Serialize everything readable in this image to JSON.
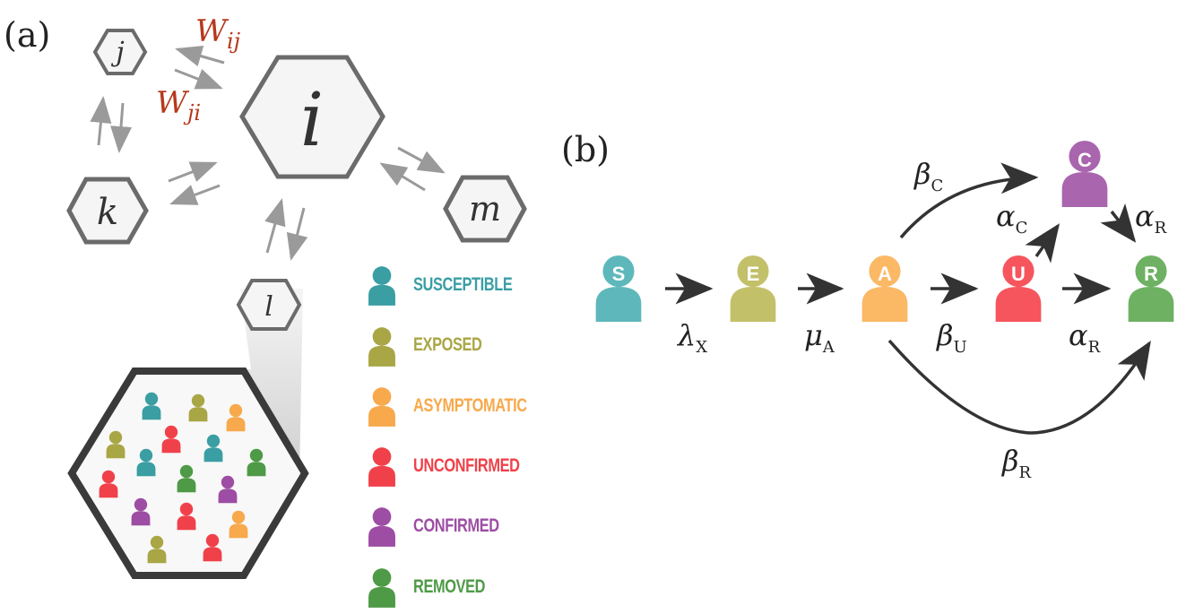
{
  "panel_a": {
    "label": "(a)",
    "nodes": {
      "i": "i",
      "j": "j",
      "k": "k",
      "l": "l",
      "m": "m"
    },
    "weights": {
      "w_ij": "W",
      "w_ij_sub": "ij",
      "w_ji": "W",
      "w_ji_sub": "ji"
    }
  },
  "panel_b": {
    "label": "(b)",
    "compartments": {
      "S": "S",
      "E": "E",
      "A": "A",
      "U": "U",
      "C": "C",
      "R": "R"
    },
    "rates": {
      "lambda": "λ",
      "lambda_sub": "X",
      "mu": "μ",
      "mu_sub": "A",
      "beta_u": "β",
      "beta_u_sub": "U",
      "alpha_r_bottom": "α",
      "alpha_r_bottom_sub": "R",
      "beta_c": "β",
      "beta_c_sub": "C",
      "alpha_c": "α",
      "alpha_c_sub": "C",
      "alpha_r_top": "α",
      "alpha_r_top_sub": "R",
      "beta_r": "β",
      "beta_r_sub": "R"
    }
  },
  "legend": [
    {
      "label": "SUSCEPTIBLE",
      "color": "#3a9ea3"
    },
    {
      "label": "EXPOSED",
      "color": "#a9a646"
    },
    {
      "label": "ASYMPTOMATIC",
      "color": "#f7a94c"
    },
    {
      "label": "UNCONFIRMED",
      "color": "#f0414a"
    },
    {
      "label": "CONFIRMED",
      "color": "#9d4da4"
    },
    {
      "label": "REMOVED",
      "color": "#4e9a46"
    }
  ],
  "colors": {
    "susceptible": "#3a9ea3",
    "exposed": "#a9a646",
    "asymptomatic": "#f7a94c",
    "unconfirmed": "#f0414a",
    "confirmed": "#9d4da4",
    "removed": "#4e9a46",
    "weight_text": "#b5391c"
  }
}
